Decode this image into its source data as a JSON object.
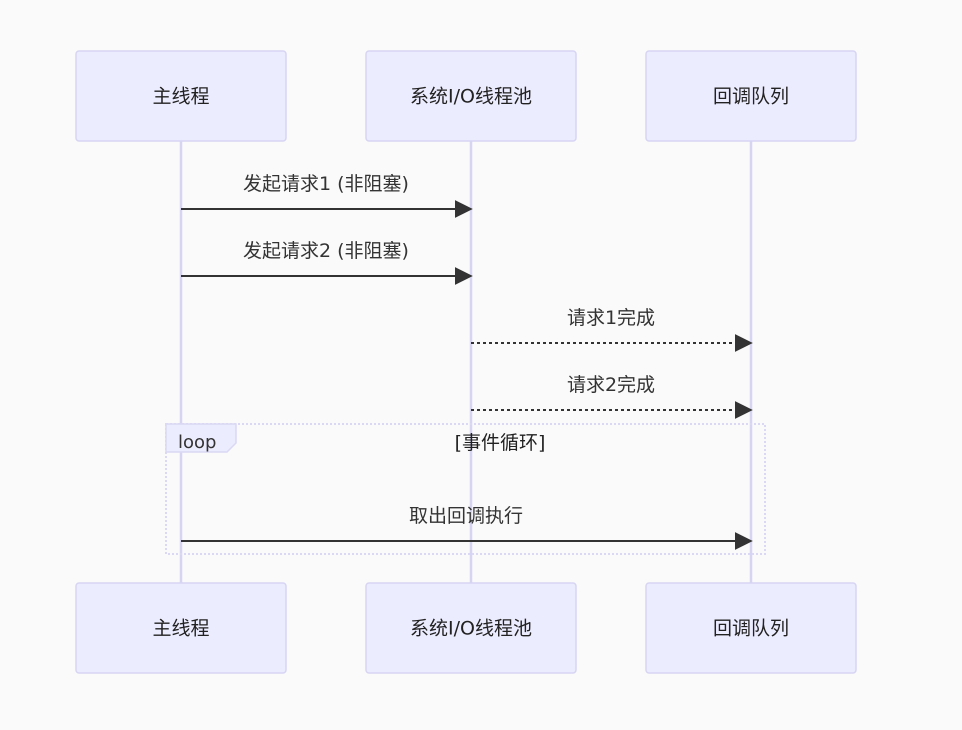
{
  "actors": [
    {
      "id": "main",
      "label": "主线程"
    },
    {
      "id": "io",
      "label": "系统I/O线程池"
    },
    {
      "id": "queue",
      "label": "回调队列"
    }
  ],
  "messages": [
    {
      "from": "main",
      "to": "io",
      "label": "发起请求1 (非阻塞)",
      "style": "solid"
    },
    {
      "from": "main",
      "to": "io",
      "label": "发起请求2 (非阻塞)",
      "style": "solid"
    },
    {
      "from": "io",
      "to": "queue",
      "label": "请求1完成",
      "style": "dashed"
    },
    {
      "from": "io",
      "to": "queue",
      "label": "请求2完成",
      "style": "dashed"
    },
    {
      "from": "main",
      "to": "queue",
      "label": "取出回调执行",
      "style": "solid"
    }
  ],
  "loop": {
    "keyword": "loop",
    "title": "[事件循环]"
  },
  "colors": {
    "background": "#fafafa",
    "actor_fill": "#ececff",
    "actor_border": "#d6d4f3",
    "lifeline": "#d6d4f3",
    "arrow": "#333333"
  }
}
